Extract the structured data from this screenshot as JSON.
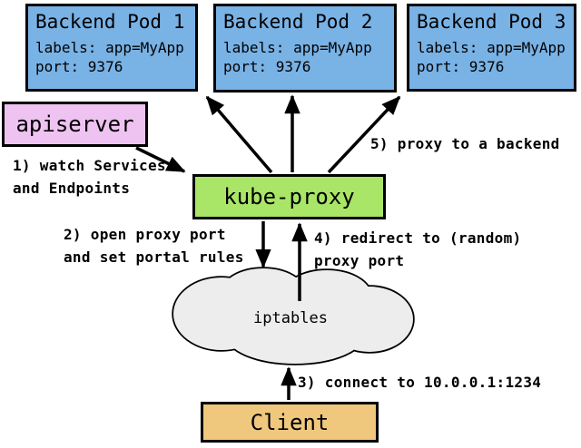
{
  "colors": {
    "pod_blue": "#79B2E5",
    "apiserver_pink": "#EFC3F1",
    "kube_proxy_green": "#A9E567",
    "client_tan": "#EFC87E",
    "cloud_gray": "#EDEDED",
    "line_black": "#000000"
  },
  "pods": [
    {
      "title": "Backend Pod 1",
      "labels_line": "labels: app=MyApp",
      "port_line": "port: 9376"
    },
    {
      "title": "Backend Pod 2",
      "labels_line": "labels: app=MyApp",
      "port_line": "port: 9376"
    },
    {
      "title": "Backend Pod 3",
      "labels_line": "labels: app=MyApp",
      "port_line": "port: 9376"
    }
  ],
  "nodes": {
    "apiserver": "apiserver",
    "kube_proxy": "kube-proxy",
    "iptables": "iptables",
    "client": "Client"
  },
  "annotations": {
    "step1_line1": "1) watch Services",
    "step1_line2": "and Endpoints",
    "step2_line1": "2) open proxy port",
    "step2_line2": "and set portal rules",
    "step3": "3) connect to 10.0.0.1:1234",
    "step4_line1": "4) redirect to (random)",
    "step4_line2": "proxy port",
    "step5": "5) proxy to a backend"
  }
}
